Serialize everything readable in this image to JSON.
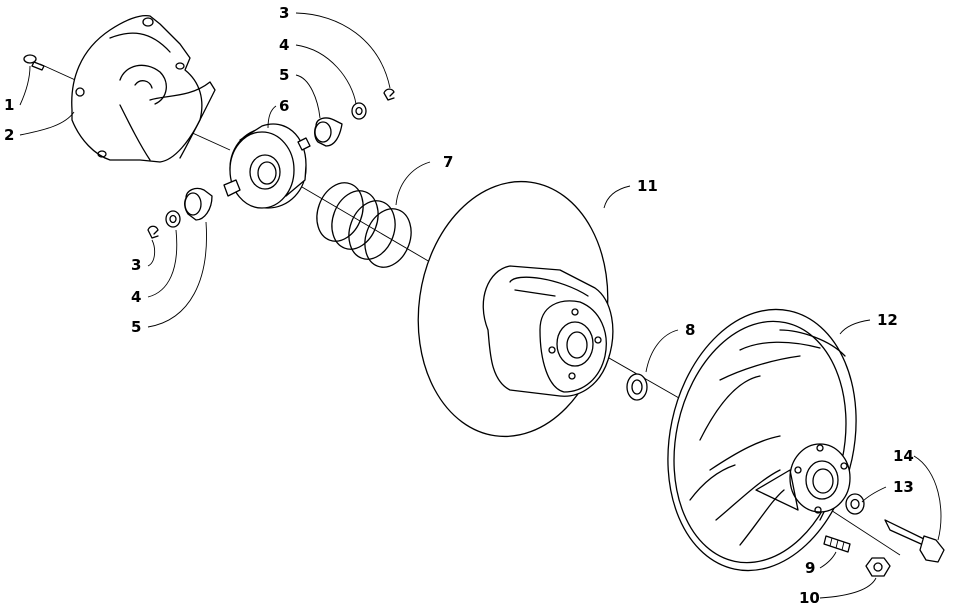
{
  "callouts": [
    {
      "id": "1",
      "label": "1"
    },
    {
      "id": "2",
      "label": "2"
    },
    {
      "id": "3a",
      "label": "3"
    },
    {
      "id": "4a",
      "label": "4"
    },
    {
      "id": "5a",
      "label": "5"
    },
    {
      "id": "6",
      "label": "6"
    },
    {
      "id": "7",
      "label": "7"
    },
    {
      "id": "3b",
      "label": "3"
    },
    {
      "id": "4b",
      "label": "4"
    },
    {
      "id": "5b",
      "label": "5"
    },
    {
      "id": "11",
      "label": "11"
    },
    {
      "id": "8",
      "label": "8"
    },
    {
      "id": "12",
      "label": "12"
    },
    {
      "id": "14",
      "label": "14"
    },
    {
      "id": "13",
      "label": "13"
    },
    {
      "id": "9",
      "label": "9"
    },
    {
      "id": "10",
      "label": "10"
    }
  ]
}
